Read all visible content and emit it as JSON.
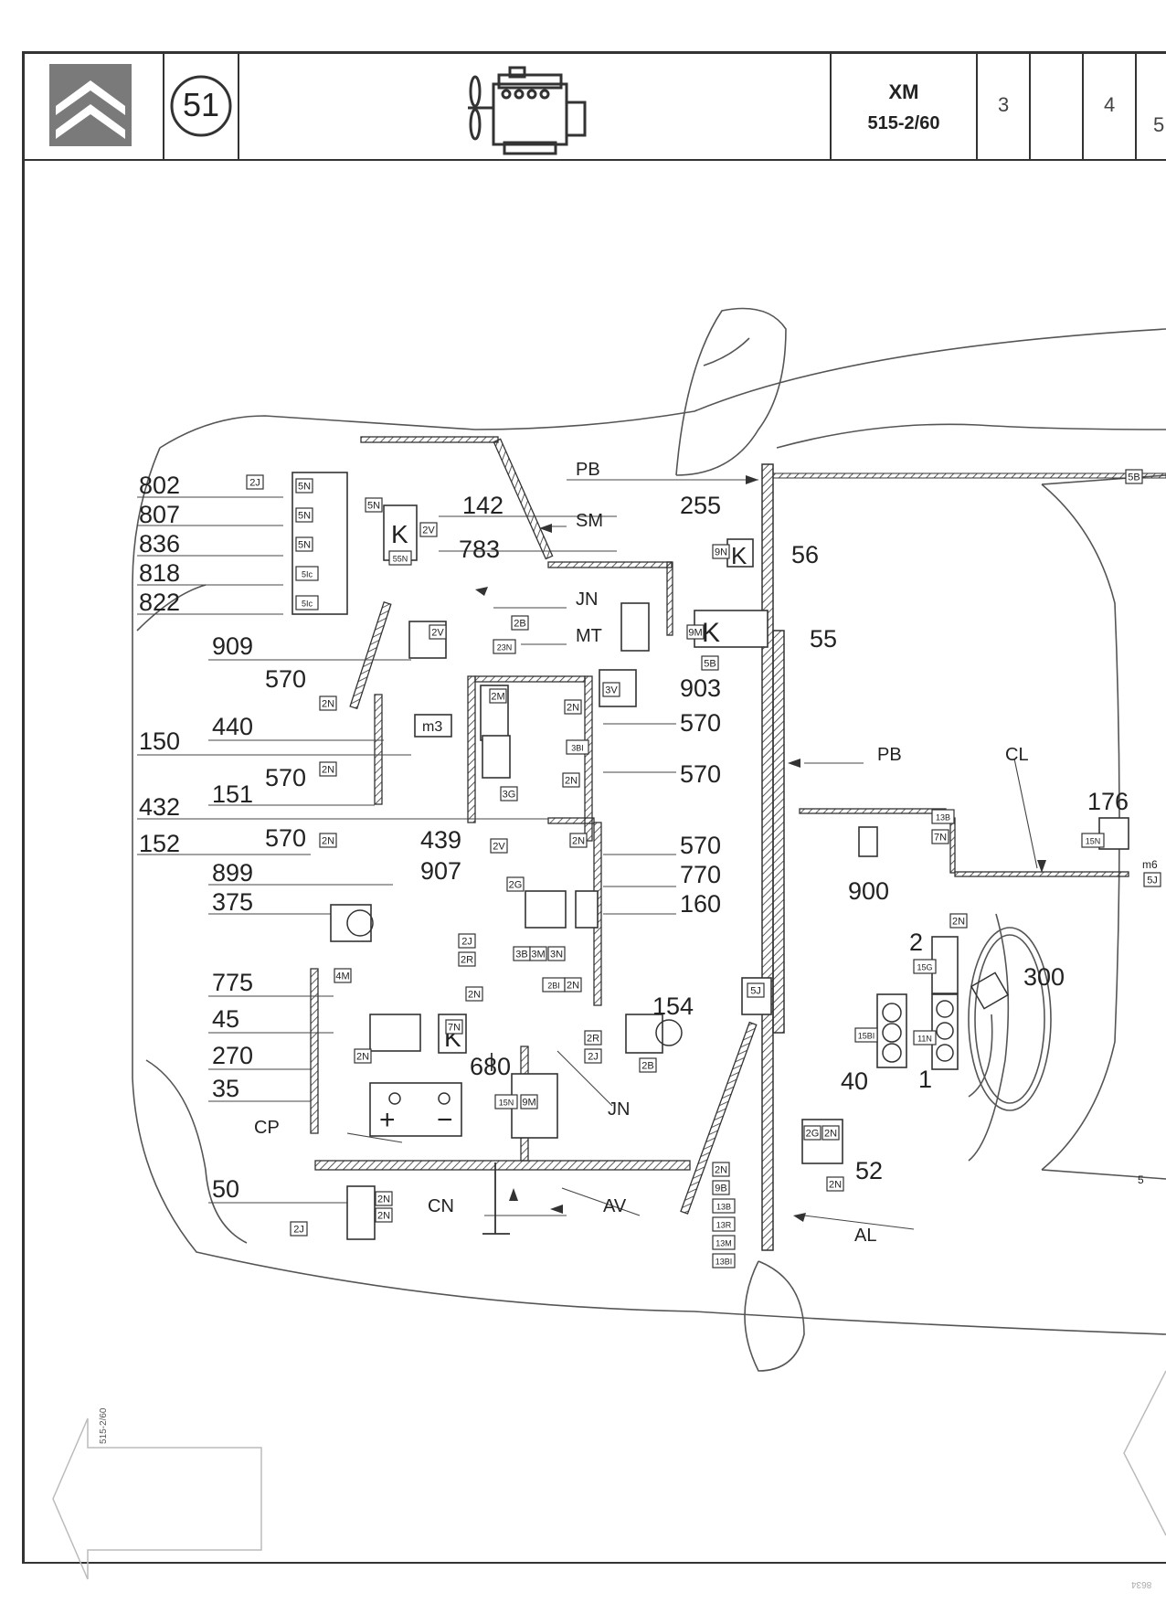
{
  "header": {
    "page_number": "51",
    "model": "XM",
    "reference": "515-2/60",
    "columns": [
      "3",
      "4",
      "5"
    ]
  },
  "side_note": "515-2/60",
  "corner_mark": "8634",
  "harness_labels": {
    "PB": "PB",
    "SM": "SM",
    "JN": "JN",
    "MT": "MT",
    "CL": "CL",
    "CP": "CP",
    "CN": "CN",
    "AV": "AV",
    "AL": "AL"
  },
  "left_numbers": [
    "802",
    "807",
    "836",
    "818",
    "822",
    "909",
    "570",
    "150",
    "440",
    "570",
    "151",
    "432",
    "570",
    "152",
    "899",
    "375",
    "775",
    "45",
    "270",
    "35",
    "50"
  ],
  "center_numbers": [
    "142",
    "783",
    "255",
    "56",
    "55",
    "903",
    "570",
    "570",
    "570",
    "439",
    "907",
    "770",
    "160",
    "154",
    "680",
    "900",
    "176",
    "2",
    "300",
    "40",
    "1",
    "52"
  ],
  "connectors": [
    "2J",
    "5N",
    "5N",
    "5N",
    "5Ic",
    "5Ic",
    "5N",
    "55N",
    "2V",
    "2B",
    "23N",
    "9N",
    "9M",
    "5B",
    "5B",
    "2V",
    "2N",
    "2N",
    "2N",
    "2M",
    "3V",
    "2N",
    "3BI",
    "2N",
    "3G",
    "2V",
    "2N",
    "2G",
    "2J",
    "2R",
    "3B",
    "3M",
    "3N",
    "2BI",
    "2N",
    "2N",
    "4M",
    "2N",
    "7N",
    "15N",
    "9M",
    "2R",
    "2J",
    "2B",
    "2N",
    "2N",
    "2J",
    "13B",
    "7N",
    "15N",
    "5J",
    "2N",
    "15G",
    "15BI",
    "11N",
    "2G",
    "2N",
    "2N",
    "2N",
    "9B",
    "13B",
    "13R",
    "13M",
    "13BI",
    "5J"
  ],
  "component_marks": [
    "m3",
    "m6"
  ]
}
